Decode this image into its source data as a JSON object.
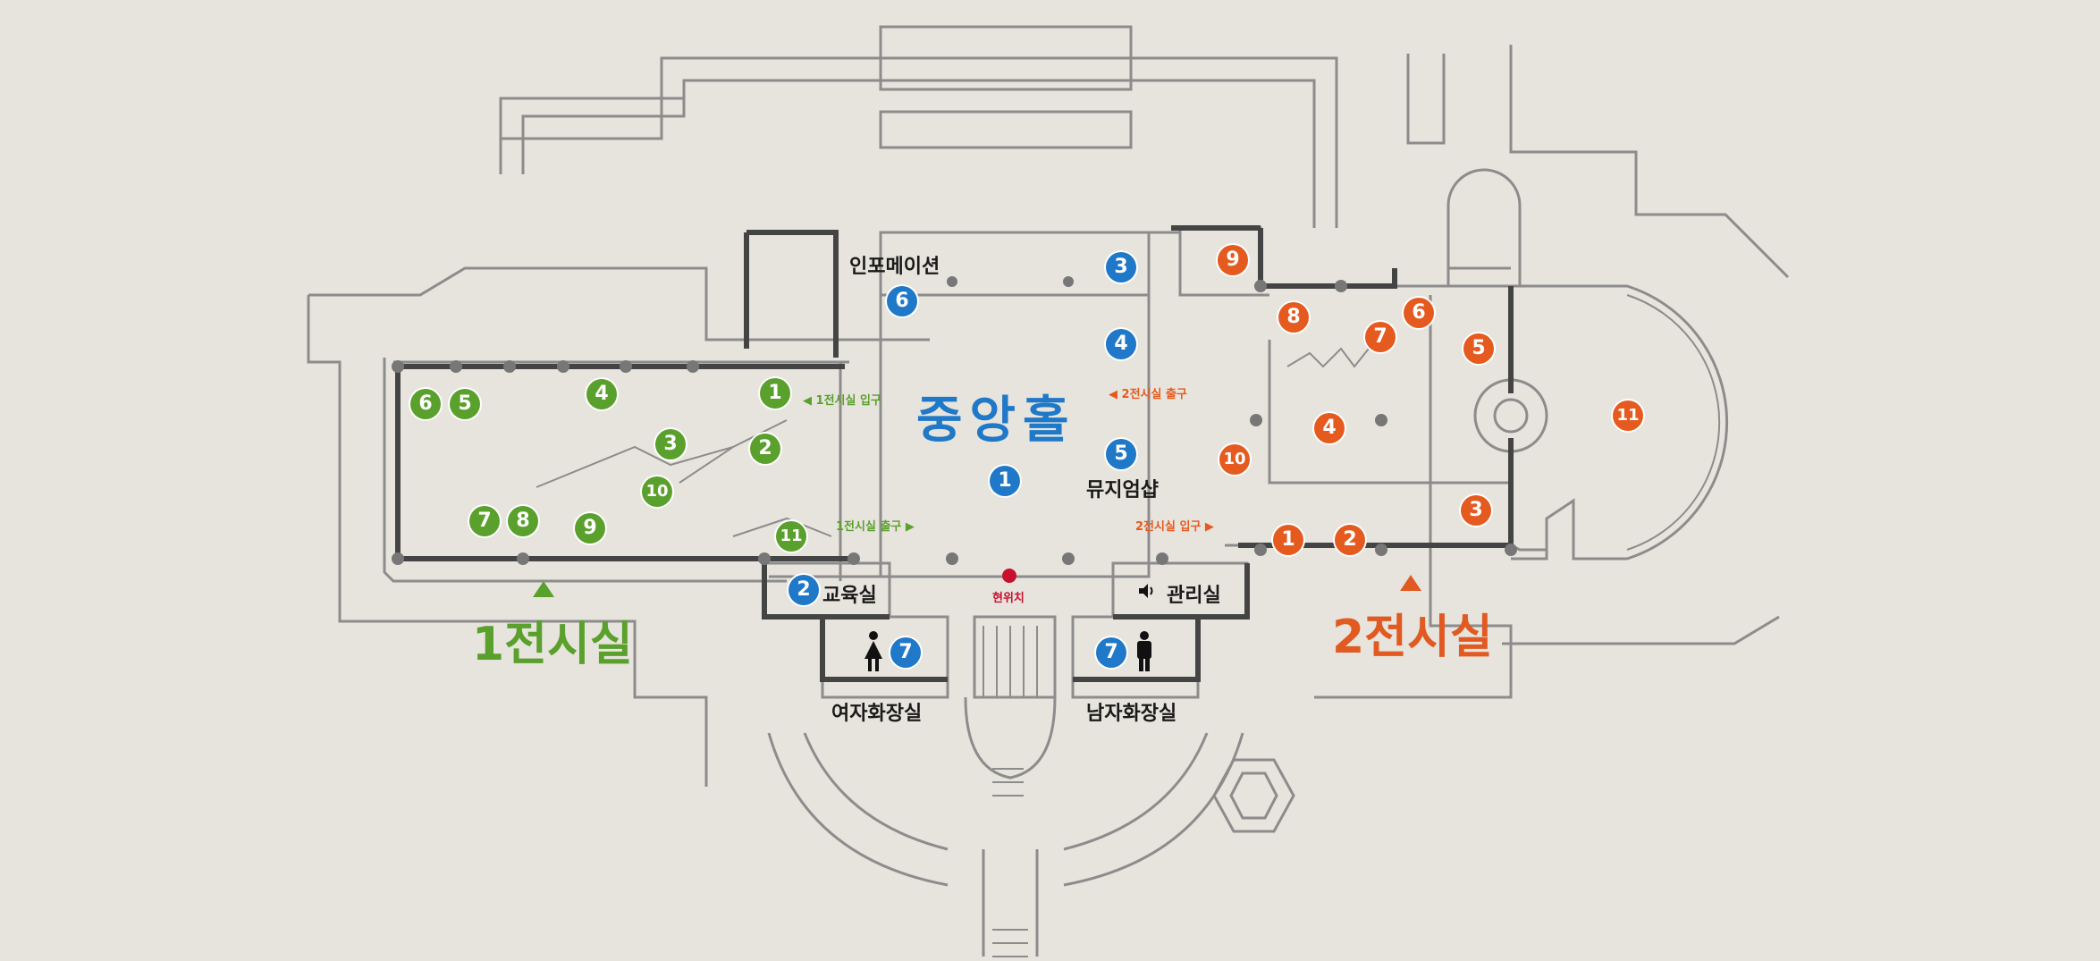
{
  "halls": {
    "central": "중앙홀",
    "hall1": "1전시실",
    "hall2": "2전시실"
  },
  "facilities": {
    "information": "인포메이션",
    "museum_shop": "뮤지엄샵",
    "education": "교육실",
    "management": "관리실",
    "womens_restroom": "여자화장실",
    "mens_restroom": "남자화장실",
    "current_location": "현위치"
  },
  "signs": {
    "hall1_entrance": "◀ 1전시실 입구",
    "hall1_exit": "1전시실 출구 ▶",
    "hall2_entrance": "2전시실 입구 ▶",
    "hall2_exit": "◀ 2전시실 출구"
  },
  "markers": {
    "hall1": [
      "1",
      "2",
      "3",
      "4",
      "5",
      "6",
      "7",
      "8",
      "9",
      "10",
      "11"
    ],
    "central": [
      "1",
      "2",
      "3",
      "4",
      "5",
      "6",
      "7",
      "7"
    ],
    "hall2": [
      "1",
      "2",
      "3",
      "4",
      "5",
      "6",
      "7",
      "8",
      "9",
      "10",
      "11"
    ]
  },
  "colors": {
    "hall1": "#5aa02c",
    "central": "#1f78c8",
    "hall2": "#e55a1e",
    "current_location": "#c8102e"
  }
}
